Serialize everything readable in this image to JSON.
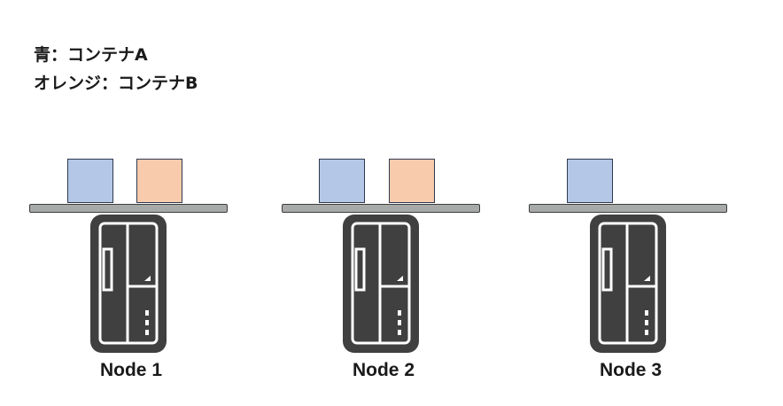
{
  "legend": {
    "line1": "青：コンテナA",
    "line2": "オレンジ：コンテナB"
  },
  "colors": {
    "container_a": "#b4c7e7",
    "container_b": "#f8cbad",
    "shelf": "#a7aaa9",
    "server": "#404040"
  },
  "nodes": [
    {
      "label": "Node 1",
      "containers": [
        "A",
        "B"
      ]
    },
    {
      "label": "Node 2",
      "containers": [
        "A",
        "B"
      ]
    },
    {
      "label": "Node 3",
      "containers": [
        "A"
      ]
    }
  ],
  "icons": {
    "server": "server-icon"
  }
}
